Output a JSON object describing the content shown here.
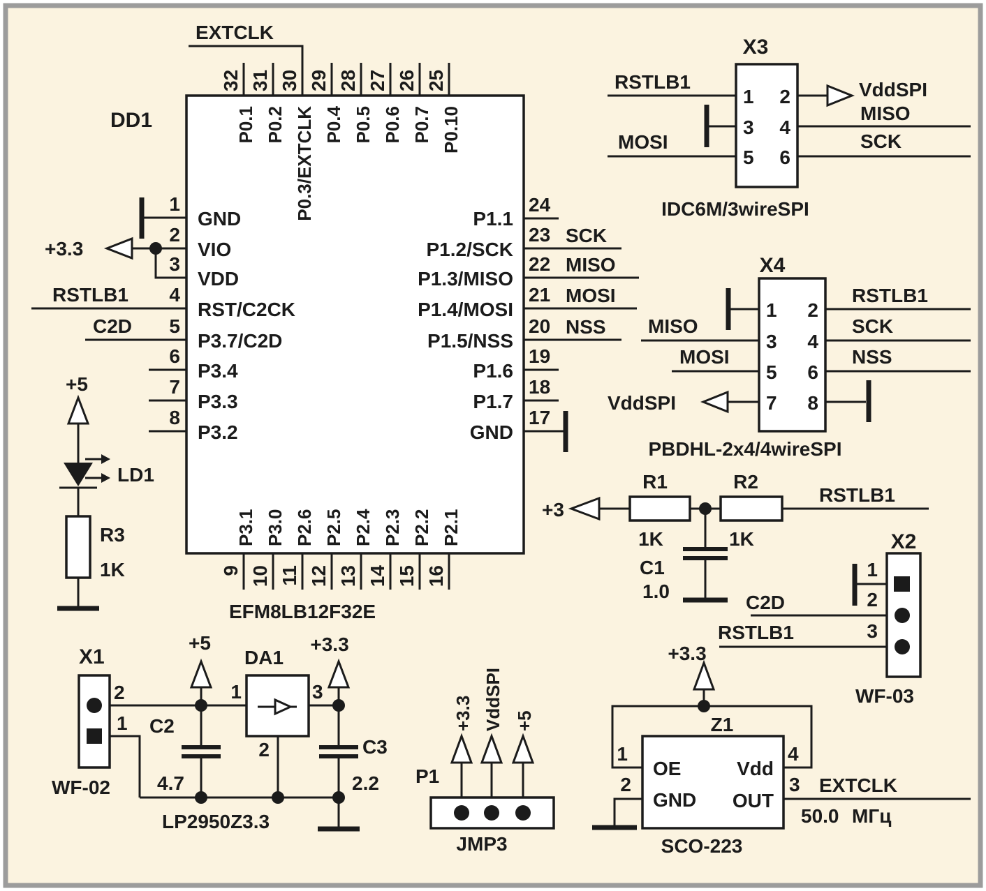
{
  "page": {
    "background": "#fbf3e0",
    "frame_color": "#9c9c9c",
    "ink": "#1b1b1b"
  },
  "nets": {
    "extclk": "EXTCLK",
    "rstlb1": "RSTLB1",
    "c2d": "C2D",
    "sck": "SCK",
    "miso": "MISO",
    "mosi": "MOSI",
    "nss": "NSS",
    "vddspi": "VddSPI",
    "v33": "+3.3",
    "v5": "+5",
    "v3": "+3"
  },
  "mcu": {
    "designator": "DD1",
    "part": "EFM8LB12F32E",
    "top_pins": [
      {
        "num": "32",
        "name": "P0.1"
      },
      {
        "num": "31",
        "name": "P0.2"
      },
      {
        "num": "30",
        "name": "P0.3/EXTCLK"
      },
      {
        "num": "29",
        "name": "P0.4"
      },
      {
        "num": "28",
        "name": "P0.5"
      },
      {
        "num": "27",
        "name": "P0.6"
      },
      {
        "num": "26",
        "name": "P0.7"
      },
      {
        "num": "25",
        "name": "P0.10"
      }
    ],
    "left_pins": [
      {
        "num": "1",
        "name": "GND"
      },
      {
        "num": "2",
        "name": "VIO"
      },
      {
        "num": "3",
        "name": "VDD"
      },
      {
        "num": "4",
        "name": "RST/C2CK"
      },
      {
        "num": "5",
        "name": "P3.7/C2D"
      },
      {
        "num": "6",
        "name": "P3.4"
      },
      {
        "num": "7",
        "name": "P3.3"
      },
      {
        "num": "8",
        "name": "P3.2"
      }
    ],
    "right_pins": [
      {
        "num": "24",
        "name": "P1.1"
      },
      {
        "num": "23",
        "name": "P1.2/SCK"
      },
      {
        "num": "22",
        "name": "P1.3/MISO"
      },
      {
        "num": "21",
        "name": "P1.4/MOSI"
      },
      {
        "num": "20",
        "name": "P1.5/NSS"
      },
      {
        "num": "19",
        "name": "P1.6"
      },
      {
        "num": "18",
        "name": "P1.7"
      },
      {
        "num": "17",
        "name": "GND"
      }
    ],
    "bottom_pins": [
      {
        "num": "9",
        "name": "P3.1"
      },
      {
        "num": "10",
        "name": "P3.0"
      },
      {
        "num": "11",
        "name": "P2.6"
      },
      {
        "num": "12",
        "name": "P2.5"
      },
      {
        "num": "13",
        "name": "P2.4"
      },
      {
        "num": "14",
        "name": "P2.3"
      },
      {
        "num": "15",
        "name": "P2.2"
      },
      {
        "num": "16",
        "name": "P2.1"
      }
    ]
  },
  "x3": {
    "designator": "X3",
    "part": "IDC6M/3wireSPI",
    "pins": [
      "1",
      "2",
      "3",
      "4",
      "5",
      "6"
    ]
  },
  "x4": {
    "designator": "X4",
    "part": "PBDHL-2x4/4wireSPI",
    "pins": [
      "1",
      "2",
      "3",
      "4",
      "5",
      "6",
      "7",
      "8"
    ]
  },
  "x2": {
    "designator": "X2",
    "part": "WF-03",
    "pins": [
      "1",
      "2",
      "3"
    ]
  },
  "x1": {
    "designator": "X1",
    "part": "WF-02",
    "pins": [
      "1",
      "2"
    ]
  },
  "p1": {
    "designator": "P1",
    "part": "JMP3"
  },
  "da1": {
    "designator": "DA1",
    "part": "LP2950Z3.3",
    "pins": [
      "1",
      "2",
      "3"
    ]
  },
  "z1": {
    "designator": "Z1",
    "part": "SCO-223",
    "pins": [
      "1",
      "2",
      "3",
      "4"
    ],
    "pin_oe": "OE",
    "pin_gnd": "GND",
    "pin_vdd": "Vdd",
    "pin_out": "OUT",
    "freq": "50.0",
    "freq_unit": "МГц"
  },
  "r1": {
    "designator": "R1",
    "value": "1K"
  },
  "r2": {
    "designator": "R2",
    "value": "1K"
  },
  "r3": {
    "designator": "R3",
    "value": "1K"
  },
  "c1": {
    "designator": "C1",
    "value": "1.0"
  },
  "c2": {
    "designator": "C2",
    "value": "4.7"
  },
  "c3": {
    "designator": "C3",
    "value": "2.2"
  },
  "ld1": {
    "designator": "LD1"
  }
}
